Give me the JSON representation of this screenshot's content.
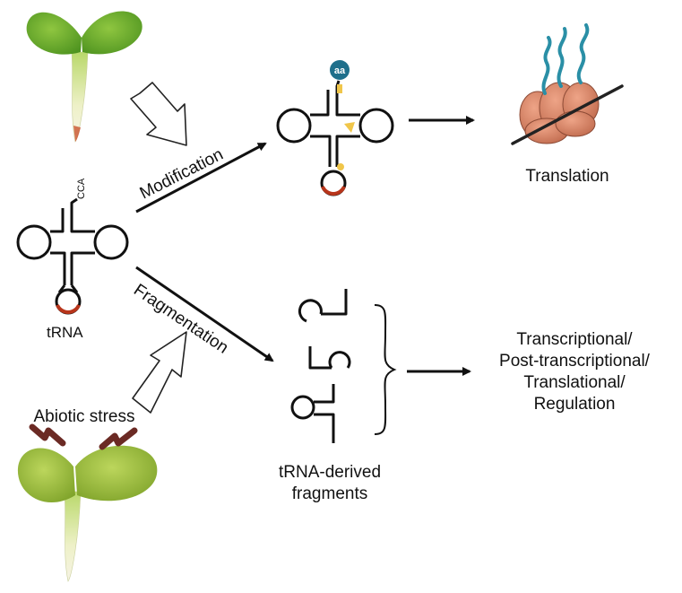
{
  "labels": {
    "cca": "CCA",
    "trna": "tRNA",
    "aa": "aa",
    "modification": "Modification",
    "fragmentation": "Fragmentation",
    "translation": "Translation",
    "abiotic_stress": "Abiotic stress",
    "fragments_line1": "tRNA-derived",
    "fragments_line2": "fragments",
    "regulation_line1": "Transcriptional/",
    "regulation_line2": "Post-transcriptional/",
    "regulation_line3": "Translational/",
    "regulation_line4": "Regulation"
  },
  "colors": {
    "leaf_healthy": "#6fae2c",
    "leaf_stressed": "#9cbf3a",
    "anticodon_loop": "#b8351b",
    "modification_mark": "#f0c64a",
    "amino_acid": "#1f6f8b",
    "ribosome": "#d9876a",
    "peptide": "#2a8fa6",
    "lightning": "#6b2a24"
  }
}
